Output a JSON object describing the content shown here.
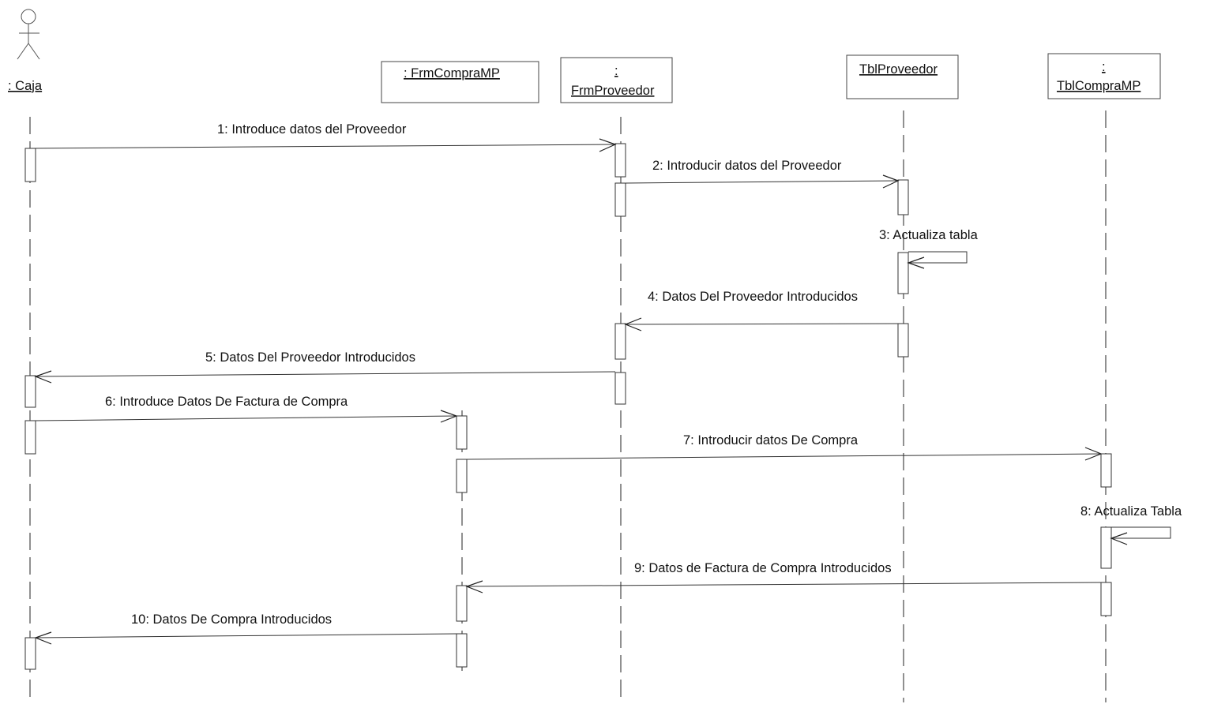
{
  "actor": {
    "label": ": Caja"
  },
  "objects": [
    {
      "id": "frmcompramp",
      "line1": "",
      "line2": ": FrmCompraMP"
    },
    {
      "id": "frmproveedor",
      "line1": ":",
      "line2": "FrmProveedor"
    },
    {
      "id": "tblproveedor",
      "line1": "",
      "line2": "TblProveedor"
    },
    {
      "id": "tblcompramp",
      "line1": ":",
      "line2": "TblCompraMP"
    }
  ],
  "messages": [
    {
      "n": 1,
      "label": "1: Introduce datos del Proveedor",
      "from": "caja",
      "to": "frmproveedor"
    },
    {
      "n": 2,
      "label": "2: Introducir datos del Proveedor",
      "from": "frmproveedor",
      "to": "tblproveedor"
    },
    {
      "n": 3,
      "label": "3: Actualiza tabla",
      "from": "tblproveedor",
      "to": "tblproveedor"
    },
    {
      "n": 4,
      "label": "4: Datos Del Proveedor Introducidos",
      "from": "tblproveedor",
      "to": "frmproveedor"
    },
    {
      "n": 5,
      "label": "5: Datos Del Proveedor Introducidos",
      "from": "frmproveedor",
      "to": "caja"
    },
    {
      "n": 6,
      "label": "6: Introduce Datos De Factura de Compra",
      "from": "caja",
      "to": "frmcompramp"
    },
    {
      "n": 7,
      "label": "7: Introducir datos De Compra",
      "from": "frmcompramp",
      "to": "tblcompramp"
    },
    {
      "n": 8,
      "label": "8: Actualiza Tabla",
      "from": "tblcompramp",
      "to": "tblcompramp"
    },
    {
      "n": 9,
      "label": "9: Datos de Factura de Compra  Introducidos",
      "from": "tblcompramp",
      "to": "frmcompramp"
    },
    {
      "n": 10,
      "label": "10: Datos De Compra Introducidos",
      "from": "frmcompramp",
      "to": "caja"
    }
  ]
}
